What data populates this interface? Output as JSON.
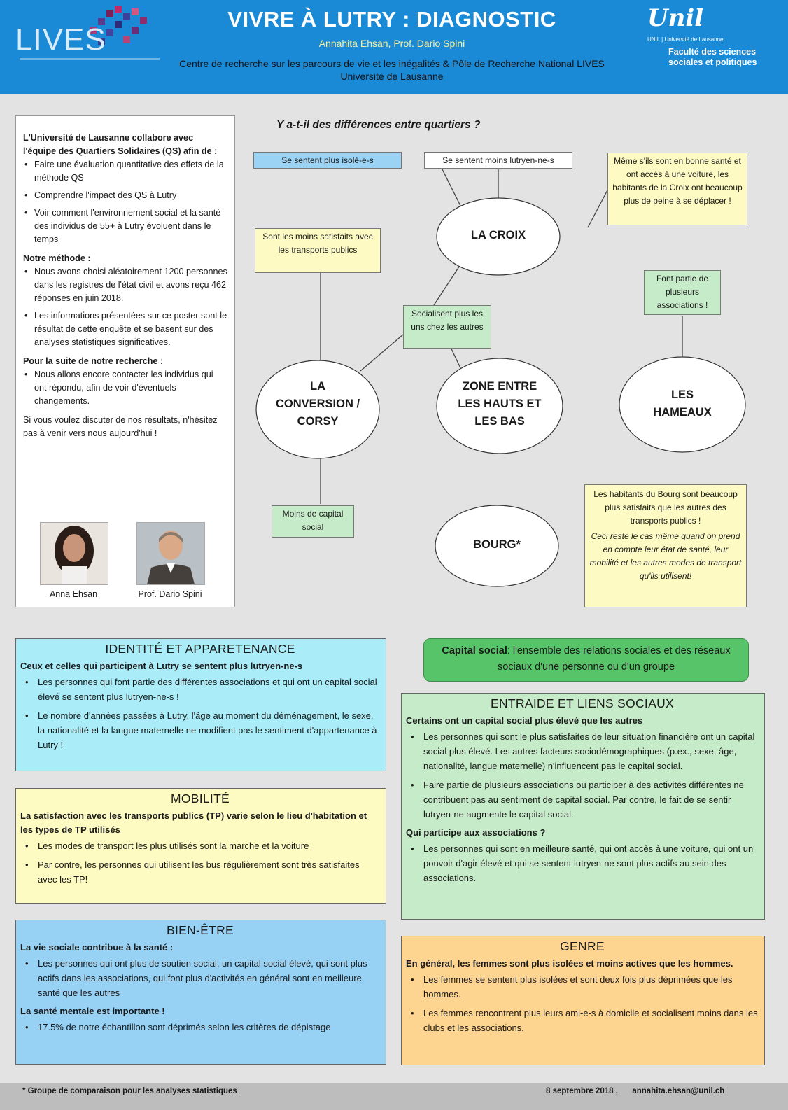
{
  "header": {
    "title": "VIVRE À LUTRY : DIAGNOSTIC",
    "authors": "Annahita Ehsan, Prof. Dario Spini",
    "affiliation_line1": "Centre de recherche sur les parcours de vie et les inégalités & Pôle de Recherche National LIVES",
    "affiliation_line2": "Université de Lausanne",
    "logo_left": "LIVES",
    "logo_right_script": "Unil",
    "logo_right_line": "UNIL | Université de Lausanne",
    "faculty_line1": "Faculté des sciences",
    "faculty_line2": "sociales et politiques",
    "colors": {
      "header_bg": "#1b8ad6",
      "authors_text": "#f6f0a6"
    }
  },
  "intro": {
    "lead": "L'Université de Lausanne collabore avec l'équipe des Quartiers Solidaires (QS) afin de :",
    "goals": [
      "Faire une évaluation quantitative des effets de la méthode QS",
      "Comprendre l'impact des QS à Lutry",
      "Voir comment l'environnement social et la santé des individus de 55+ à Lutry évoluent dans le temps"
    ],
    "method_title": "Notre méthode :",
    "method": [
      "Nous avons choisi aléatoirement 1200 personnes dans les registres de l'état civil et avons reçu 462 réponses en juin 2018.",
      "Les informations présentées sur ce poster sont le résultat de cette enquête et se basent sur des analyses statistiques significatives."
    ],
    "next_title": "Pour la suite de notre recherche :",
    "next": [
      "Nous allons encore contacter les individus qui ont répondu, afin de voir d'éventuels changements."
    ],
    "closing": "Si vous voulez discuter de nos résultats, n'hésitez pas à venir vers nous aujourd'hui !",
    "photo1_label": "Anna Ehsan",
    "photo2_label": "Prof. Dario Spini"
  },
  "diagram": {
    "title": "Y a-t-il des différences entre quartiers ?",
    "nodes": {
      "croix": "LA CROIX",
      "conversion": "LA CONVERSION / CORSY",
      "zone": "ZONE ENTRE LES HAUTS ET LES BAS",
      "hameaux": "LES HAMEAUX",
      "bourg": "BOURG*"
    },
    "notes": {
      "isole": "Se sentent plus isolé-e-s",
      "moins_lutryen": "Se sentent moins lutryen-ne-s",
      "voiture": "Même s'ils sont en bonne santé et ont accès à une voiture, les habitants de la Croix ont beaucoup plus de peine à se déplacer !",
      "transports": "Sont les moins satisfaits avec les transports publics",
      "associations": "Font partie de plusieurs associations !",
      "socialisent": "Socialisent plus les uns chez les autres",
      "capital": "Moins de capital social",
      "bourg_main": "Les habitants du Bourg sont beaucoup plus satisfaits que les autres des transports publics !",
      "bourg_italic": "Ceci reste le cas même quand on prend en compte leur état de santé, leur mobilité et les autres modes de transport qu'ils utilisent!"
    }
  },
  "sections": {
    "identite": {
      "title": "IDENTITÉ ET APPARETENANCE",
      "lead": "Ceux et celles qui participent à Lutry se sentent plus lutryen-ne-s",
      "items": [
        "Les personnes qui font partie des différentes associations et qui ont un capital social élevé se sentent plus lutryen-ne-s !",
        "Le nombre d'années passées à Lutry, l'âge au moment du déménagement, le sexe, la nationalité et la langue maternelle ne modifient pas le sentiment d'appartenance à Lutry !"
      ]
    },
    "mobilite": {
      "title": "MOBILITÉ",
      "lead": "La satisfaction avec les transports publics (TP)  varie selon le lieu d'habitation et les types de TP utilisés",
      "items": [
        "Les modes de transport les plus utilisés sont la marche et la voiture",
        "Par contre, les personnes qui utilisent les bus régulièrement  sont très satisfaites avec les TP!"
      ]
    },
    "bienetre": {
      "title": "BIEN-ÊTRE",
      "lead1": "La vie sociale contribue à la santé :",
      "items1": [
        "Les personnes qui ont plus de soutien social, un capital social élevé, qui sont plus actifs dans les associations, qui font plus d'activités en général sont en meilleure santé que les autres"
      ],
      "lead2": "La santé mentale est importante !",
      "items2": [
        "17.5% de notre échantillon sont déprimés selon les critères de dépistage"
      ]
    },
    "capital_def": {
      "term": "Capital social",
      "text": ": l'ensemble des relations sociales et des réseaux sociaux d'une personne ou d'un groupe"
    },
    "entraide": {
      "title": "ENTRAIDE ET LIENS SOCIAUX",
      "lead1": "Certains ont un capital social plus élevé que les autres",
      "items1": [
        "Les personnes qui sont le plus satisfaites de leur situation financière ont un capital social plus élevé. Les autres facteurs sociodémographiques (p.ex., sexe, âge, nationalité, langue maternelle) n'influencent pas le capital social.",
        "Faire partie de plusieurs associations ou participer à des activités différentes ne contribuent pas au sentiment de capital social. Par contre, le fait de se sentir lutryen-ne augmente le capital social."
      ],
      "lead2": "Qui participe aux associations ?",
      "items2": [
        "Les personnes qui sont en meilleure santé, qui ont accès à une voiture, qui ont un pouvoir d'agir élevé et qui se sentent lutryen-ne sont plus actifs au sein des associations."
      ]
    },
    "genre": {
      "title": "GENRE",
      "lead": "En général, les femmes sont plus isolées et moins actives que les hommes.",
      "items": [
        "Les femmes se sentent plus isolées et sont deux fois plus déprimées que les hommes.",
        "Les femmes rencontrent plus leurs ami-e-s à domicile et socialisent moins dans les clubs et les associations."
      ]
    }
  },
  "footer": {
    "footnote": "* Groupe de comparaison pour les analyses statistiques",
    "date": "8 septembre 2018 ,",
    "email": "annahita.ehsan@unil.ch"
  }
}
